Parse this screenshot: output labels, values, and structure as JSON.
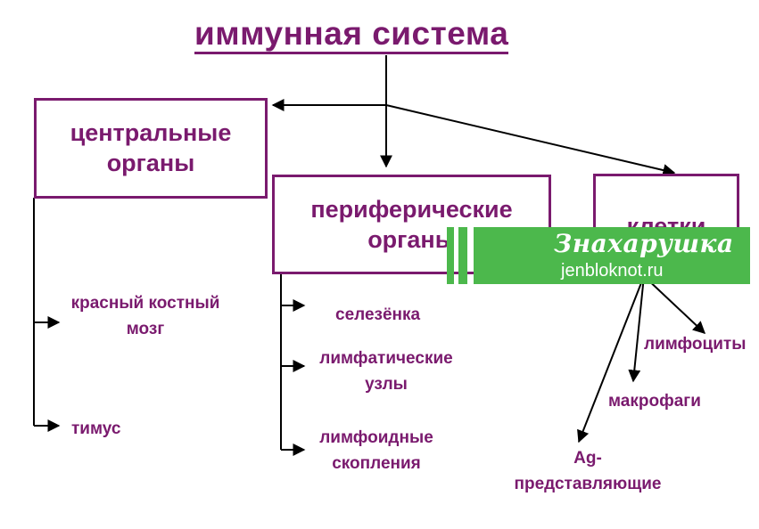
{
  "title": "иммунная система",
  "central": {
    "line1": "центральные",
    "line2": "органы"
  },
  "peripheral": {
    "line1": "периферические",
    "line2": "органы"
  },
  "cells": {
    "label": "клетки"
  },
  "central_items": [
    {
      "line1": "красный костный",
      "line2": "мозг"
    },
    {
      "line1": "тимус"
    }
  ],
  "peripheral_items": [
    {
      "line1": "селезёнка"
    },
    {
      "line1": "лимфатические",
      "line2": "узлы"
    },
    {
      "line1": "лимфоидные",
      "line2": "скопления"
    }
  ],
  "cell_items": [
    {
      "line1": "лимфоциты"
    },
    {
      "line1": "макрофаги"
    },
    {
      "line1": "Ag-",
      "line2": "представляющие"
    }
  ],
  "watermark": {
    "name": "Знахарушка",
    "site": "jenbloknot.ru"
  },
  "colors": {
    "primary": "#7a1a6e",
    "watermark": "#4cb84c"
  }
}
